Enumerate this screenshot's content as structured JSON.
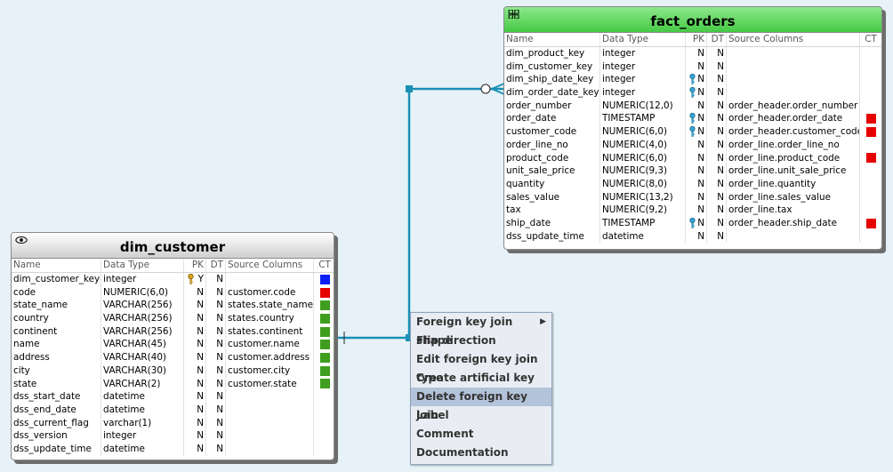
{
  "colors": {
    "fact_header": "#46c945",
    "connector": "#1a8fb5",
    "menu_highlight": "#b3c3d9",
    "ct_red": "#e60000",
    "ct_green": "#3f9e1f",
    "ct_blue": "#0a1ef5"
  },
  "fact_orders": {
    "title": "fact_orders",
    "columns": {
      "name": "Name",
      "type": "Data Type",
      "pk": "PK",
      "dt": "DT",
      "src": "Source Columns",
      "ct": "CT"
    },
    "rows": [
      {
        "name": "dim_product_key",
        "type": "integer",
        "key": "",
        "pk": "N",
        "dt": "N",
        "src": "",
        "ct": ""
      },
      {
        "name": "dim_customer_key",
        "type": "integer",
        "key": "",
        "pk": "N",
        "dt": "N",
        "src": "",
        "ct": ""
      },
      {
        "name": "dim_ship_date_key",
        "type": "integer",
        "key": "blue",
        "pk": "N",
        "dt": "N",
        "src": "",
        "ct": ""
      },
      {
        "name": "dim_order_date_key",
        "type": "integer",
        "key": "blue",
        "pk": "N",
        "dt": "N",
        "src": "",
        "ct": ""
      },
      {
        "name": "order_number",
        "type": "NUMERIC(12,0)",
        "key": "",
        "pk": "N",
        "dt": "N",
        "src": "order_header.order_number",
        "ct": ""
      },
      {
        "name": "order_date",
        "type": "TIMESTAMP",
        "key": "blue",
        "pk": "N",
        "dt": "N",
        "src": "order_header.order_date",
        "ct": "red"
      },
      {
        "name": "customer_code",
        "type": "NUMERIC(6,0)",
        "key": "blue",
        "pk": "N",
        "dt": "N",
        "src": "order_header.customer_code",
        "ct": "red"
      },
      {
        "name": "order_line_no",
        "type": "NUMERIC(4,0)",
        "key": "",
        "pk": "N",
        "dt": "N",
        "src": "order_line.order_line_no",
        "ct": ""
      },
      {
        "name": "product_code",
        "type": "NUMERIC(6,0)",
        "key": "",
        "pk": "N",
        "dt": "N",
        "src": "order_line.product_code",
        "ct": "red"
      },
      {
        "name": "unit_sale_price",
        "type": "NUMERIC(9,3)",
        "key": "",
        "pk": "N",
        "dt": "N",
        "src": "order_line.unit_sale_price",
        "ct": ""
      },
      {
        "name": "quantity",
        "type": "NUMERIC(8,0)",
        "key": "",
        "pk": "N",
        "dt": "N",
        "src": "order_line.quantity",
        "ct": ""
      },
      {
        "name": "sales_value",
        "type": "NUMERIC(13,2)",
        "key": "",
        "pk": "N",
        "dt": "N",
        "src": "order_line.sales_value",
        "ct": ""
      },
      {
        "name": "tax",
        "type": "NUMERIC(9,2)",
        "key": "",
        "pk": "N",
        "dt": "N",
        "src": "order_line.tax",
        "ct": ""
      },
      {
        "name": "ship_date",
        "type": "TIMESTAMP",
        "key": "blue",
        "pk": "N",
        "dt": "N",
        "src": "order_header.ship_date",
        "ct": "red"
      },
      {
        "name": "dss_update_time",
        "type": "datetime",
        "key": "",
        "pk": "N",
        "dt": "N",
        "src": "",
        "ct": ""
      }
    ]
  },
  "dim_customer": {
    "title": "dim_customer",
    "icon": "eye-icon",
    "columns": {
      "name": "Name",
      "type": "Data Type",
      "pk": "PK",
      "dt": "DT",
      "src": "Source Columns",
      "ct": "CT"
    },
    "rows": [
      {
        "name": "dim_customer_key",
        "type": "integer",
        "key": "gold",
        "pk": "Y",
        "dt": "N",
        "src": "",
        "ct": "blue"
      },
      {
        "name": "code",
        "type": "NUMERIC(6,0)",
        "key": "",
        "pk": "N",
        "dt": "N",
        "src": "customer.code",
        "ct": "red"
      },
      {
        "name": "state_name",
        "type": "VARCHAR(256)",
        "key": "",
        "pk": "N",
        "dt": "N",
        "src": "states.state_name",
        "ct": "green"
      },
      {
        "name": "country",
        "type": "VARCHAR(256)",
        "key": "",
        "pk": "N",
        "dt": "N",
        "src": "states.country",
        "ct": "green"
      },
      {
        "name": "continent",
        "type": "VARCHAR(256)",
        "key": "",
        "pk": "N",
        "dt": "N",
        "src": "states.continent",
        "ct": "green"
      },
      {
        "name": "name",
        "type": "VARCHAR(45)",
        "key": "",
        "pk": "N",
        "dt": "N",
        "src": "customer.name",
        "ct": "green"
      },
      {
        "name": "address",
        "type": "VARCHAR(40)",
        "key": "",
        "pk": "N",
        "dt": "N",
        "src": "customer.address",
        "ct": "green"
      },
      {
        "name": "city",
        "type": "VARCHAR(30)",
        "key": "",
        "pk": "N",
        "dt": "N",
        "src": "customer.city",
        "ct": "green"
      },
      {
        "name": "state",
        "type": "VARCHAR(2)",
        "key": "",
        "pk": "N",
        "dt": "N",
        "src": "customer.state",
        "ct": "green"
      },
      {
        "name": "dss_start_date",
        "type": "datetime",
        "key": "",
        "pk": "N",
        "dt": "N",
        "src": "",
        "ct": ""
      },
      {
        "name": "dss_end_date",
        "type": "datetime",
        "key": "",
        "pk": "N",
        "dt": "N",
        "src": "",
        "ct": ""
      },
      {
        "name": "dss_current_flag",
        "type": "varchar(1)",
        "key": "",
        "pk": "N",
        "dt": "N",
        "src": "",
        "ct": ""
      },
      {
        "name": "dss_version",
        "type": "integer",
        "key": "",
        "pk": "N",
        "dt": "N",
        "src": "",
        "ct": ""
      },
      {
        "name": "dss_update_time",
        "type": "datetime",
        "key": "",
        "pk": "N",
        "dt": "N",
        "src": "",
        "ct": ""
      }
    ]
  },
  "context_menu": {
    "items": [
      {
        "label": "Foreign key join shape",
        "submenu": true,
        "highlighted": false
      },
      {
        "label": "Flip direction",
        "submenu": false,
        "highlighted": false
      },
      {
        "label": "Edit foreign key join type",
        "submenu": false,
        "highlighted": false
      },
      {
        "label": "Create artificial key",
        "submenu": false,
        "highlighted": false
      },
      {
        "label": "Delete foreign key join",
        "submenu": false,
        "highlighted": true
      },
      {
        "label": "Label",
        "submenu": false,
        "highlighted": false
      },
      {
        "label": "Comment",
        "submenu": false,
        "highlighted": false
      },
      {
        "label": "Documentation",
        "submenu": false,
        "highlighted": false
      }
    ],
    "submenu_arrow": "▶"
  }
}
